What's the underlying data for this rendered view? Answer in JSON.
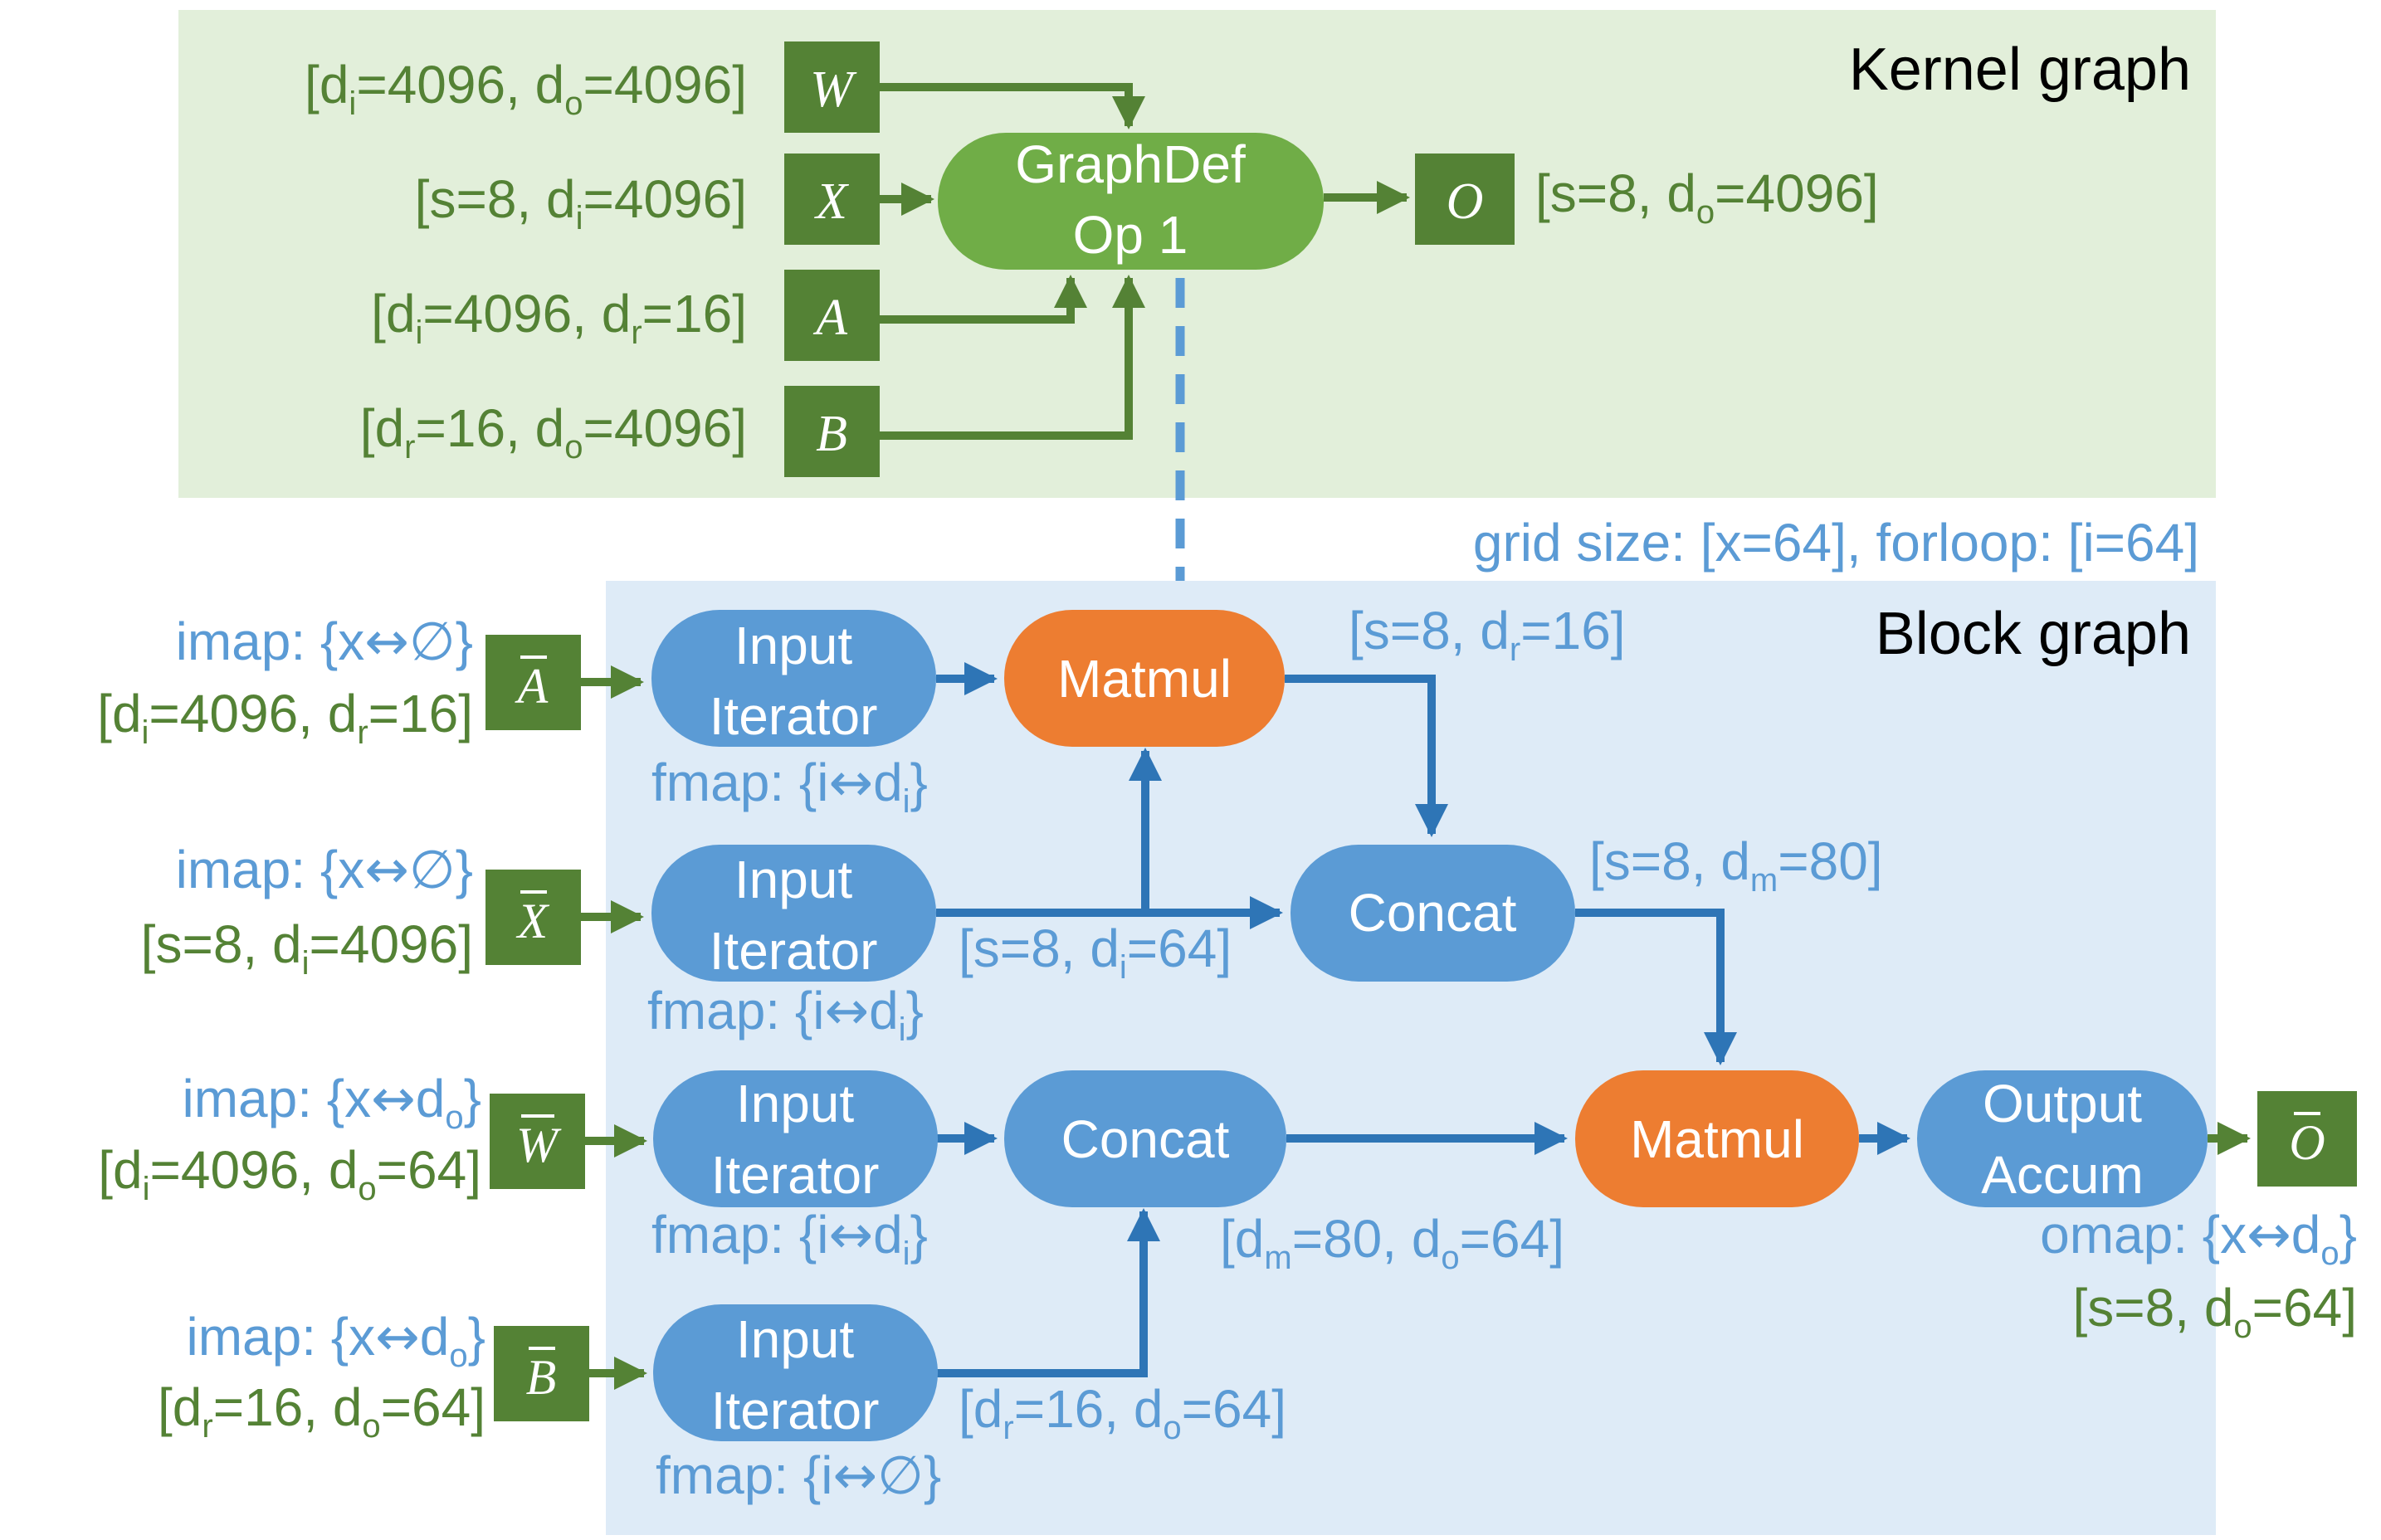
{
  "kernel_graph": {
    "title": "Kernel graph",
    "inputs": [
      {
        "symbol": "W",
        "shape": [
          "[d",
          "i",
          "=4096, d",
          "o",
          "=4096]"
        ]
      },
      {
        "symbol": "X",
        "shape": [
          "[s=8, d",
          "i",
          "=4096]"
        ]
      },
      {
        "symbol": "A",
        "shape": [
          "[d",
          "i",
          "=4096, d",
          "r",
          "=16]"
        ]
      },
      {
        "symbol": "B",
        "shape": [
          "[d",
          "r",
          "=16, d",
          "o",
          "=4096]"
        ]
      }
    ],
    "op_line1": "GraphDef",
    "op_line2": "Op 1",
    "output": {
      "symbol": "O",
      "shape": [
        "[s=8, d",
        "o",
        "=4096]"
      ]
    }
  },
  "block_graph": {
    "title": "Block graph",
    "grid_label": "grid size: [x=64], forloop: [i=64]",
    "inputs": [
      {
        "symbol": "A",
        "imap": [
          "imap: {x",
          "↔",
          "∅}"
        ],
        "shape": [
          "[d",
          "i",
          "=4096, d",
          "r",
          "=16]"
        ],
        "fmap": [
          "fmap: {i",
          "↔",
          "d",
          "i",
          "}"
        ]
      },
      {
        "symbol": "X",
        "imap": [
          "imap: {x",
          "↔",
          "∅}"
        ],
        "shape": [
          "[s=8, d",
          "i",
          "=4096]"
        ],
        "fmap": [
          "fmap: {i",
          "↔",
          "d",
          "i",
          "}"
        ]
      },
      {
        "symbol": "W",
        "imap": [
          "imap: {x",
          "↔",
          "d",
          "o",
          "}"
        ],
        "shape": [
          "[d",
          "i",
          "=4096, d",
          "o",
          "=64]"
        ],
        "fmap": [
          "fmap: {i",
          "↔",
          "d",
          "i",
          "}"
        ]
      },
      {
        "symbol": "B",
        "imap": [
          "imap: {x",
          "↔",
          "d",
          "o",
          "}"
        ],
        "shape": [
          "[d",
          "r",
          "=16, d",
          "o",
          "=64]"
        ],
        "fmap": [
          "fmap: {i",
          "↔",
          "∅}"
        ]
      }
    ],
    "iterator_line1": "Input",
    "iterator_line2": "Iterator",
    "matmul_label": "Matmul",
    "concat_label": "Concat",
    "output_line1": "Output",
    "output_line2": "Accum",
    "output": {
      "symbol": "O",
      "omap": [
        "omap: {x",
        "↔",
        "d",
        "o",
        "}"
      ],
      "shape": [
        "[s=8, d",
        "o",
        "=64]"
      ]
    },
    "edge_labels": {
      "matmul1_out": [
        "[s=8, d",
        "r",
        "=16]"
      ],
      "x_iter_out": [
        "[s=8, d",
        "i",
        "=64]"
      ],
      "concat1_out": [
        "[s=8, d",
        "m",
        "=80]"
      ],
      "concat2_out": [
        "[d",
        "m",
        "=80, d",
        "o",
        "=64]"
      ],
      "b_iter_out": [
        "[d",
        "r",
        "=16, d",
        "o",
        "=64]"
      ]
    }
  },
  "colors": {
    "kernel_panel": "#E2EFDA",
    "block_panel": "#DEEBF7",
    "dark_green": "#548235",
    "light_green": "#70AD47",
    "blue": "#5B9BD5",
    "dark_blue": "#2E75B6",
    "orange": "#ED7D31"
  }
}
